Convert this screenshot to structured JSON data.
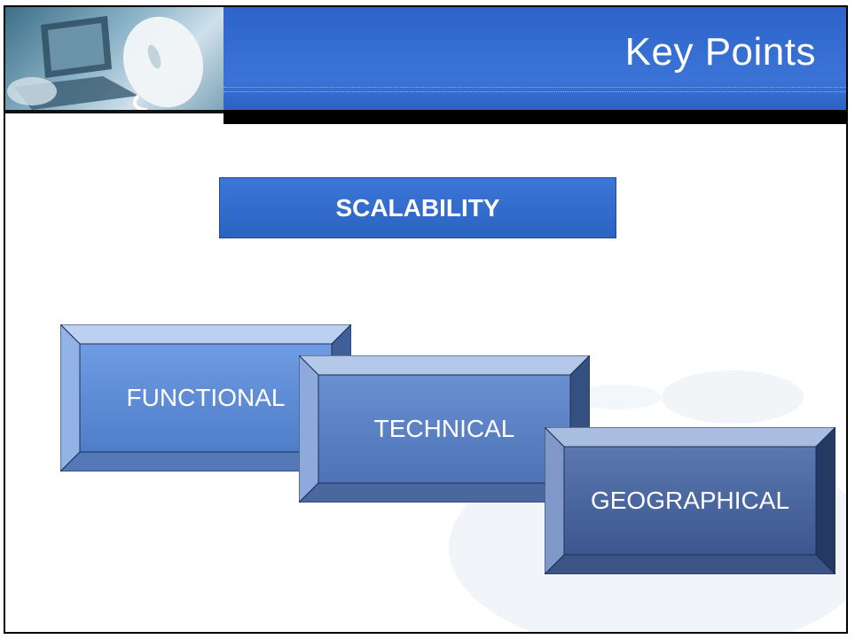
{
  "slide": {
    "title": "Key Points",
    "header_image": "laptop-and-mouse-photo"
  },
  "diagram": {
    "main_label": "SCALABILITY",
    "boxes": [
      {
        "label": "FUNCTIONAL",
        "colors": {
          "top": "#bcd1f2",
          "left": "#93b2e6",
          "face": "#6f9ce2",
          "right": "#3f5f98",
          "bottom": "#5578b6",
          "face_bottom": "#4f7dc8"
        }
      },
      {
        "label": "TECHNICAL",
        "colors": {
          "top": "#b4c8ea",
          "left": "#8ea9dc",
          "face": "#6a90d2",
          "right": "#34507f",
          "bottom": "#4a679f",
          "face_bottom": "#4d73b8"
        }
      },
      {
        "label": "GEOGRAPHICAL",
        "colors": {
          "top": "#a9bde0",
          "left": "#7f98c8",
          "face": "#5b78b0",
          "right": "#243a63",
          "bottom": "#3b5385",
          "face_bottom": "#3b5690"
        }
      }
    ]
  },
  "colors": {
    "header_blue": "#3b74d6",
    "scalability_blue": "#2c63c3"
  }
}
